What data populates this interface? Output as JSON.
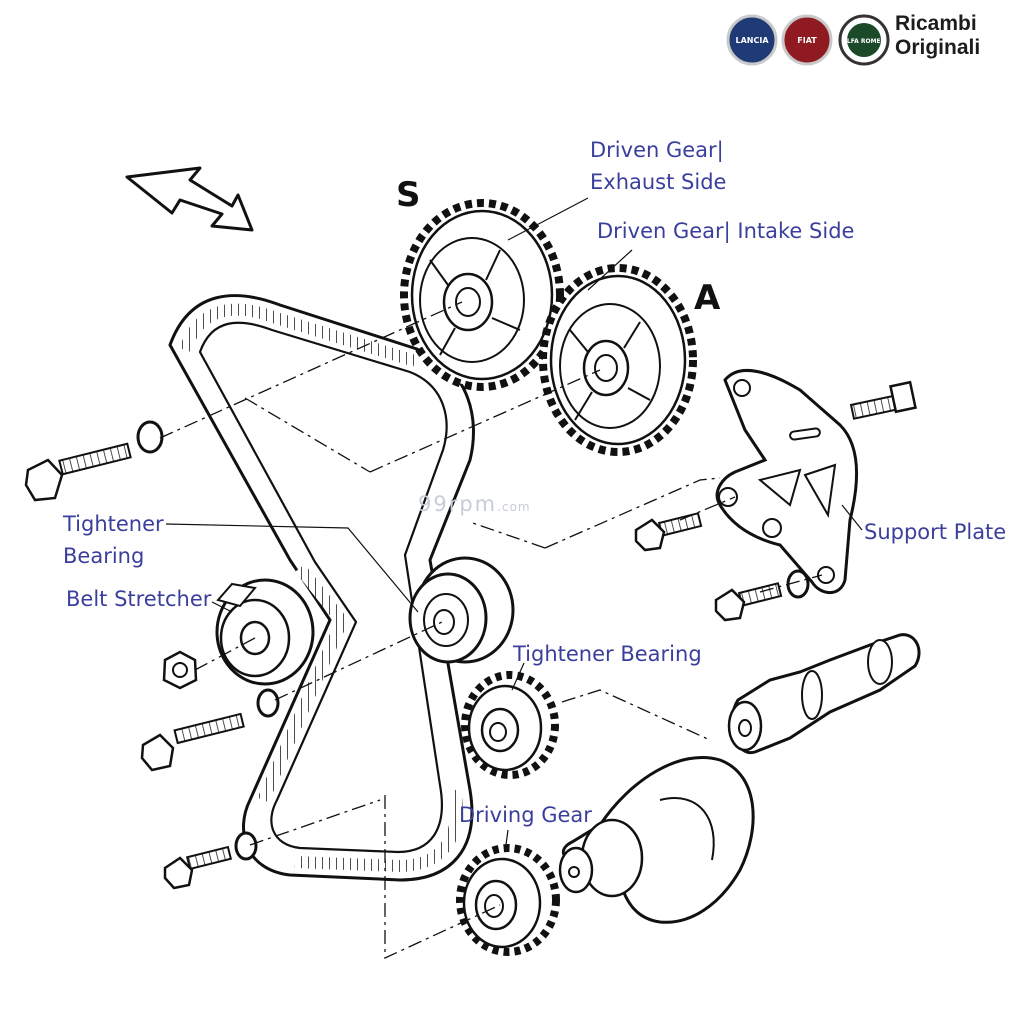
{
  "brand": {
    "line1": "Ricambi",
    "line2": "Originali",
    "emblems": [
      {
        "name": "lancia-logo",
        "text": "LANCIA",
        "color": "#1f3a75"
      },
      {
        "name": "fiat-logo",
        "text": "FIAT",
        "color": "#8f1a22"
      },
      {
        "name": "alfa-romeo-logo",
        "text": "ALFA ROMEO",
        "color": "#1b4a2a"
      }
    ]
  },
  "watermark": {
    "main": "99rpm",
    "suffix": ".com"
  },
  "markers": {
    "s": "S",
    "a": "A"
  },
  "labels": {
    "driven_exhaust_1": "Driven Gear|",
    "driven_exhaust_2": "Exhaust Side",
    "driven_intake": "Driven Gear| Intake Side",
    "tightener_top_1": "Tightener",
    "tightener_top_2": "Bearing",
    "belt_stretcher": "Belt Stretcher",
    "support_plate": "Support Plate",
    "tightener_bearing": "Tightener Bearing",
    "driving_gear": "Driving Gear"
  },
  "colors": {
    "label": "#3b3f9c",
    "ink": "#1a1a1a"
  }
}
